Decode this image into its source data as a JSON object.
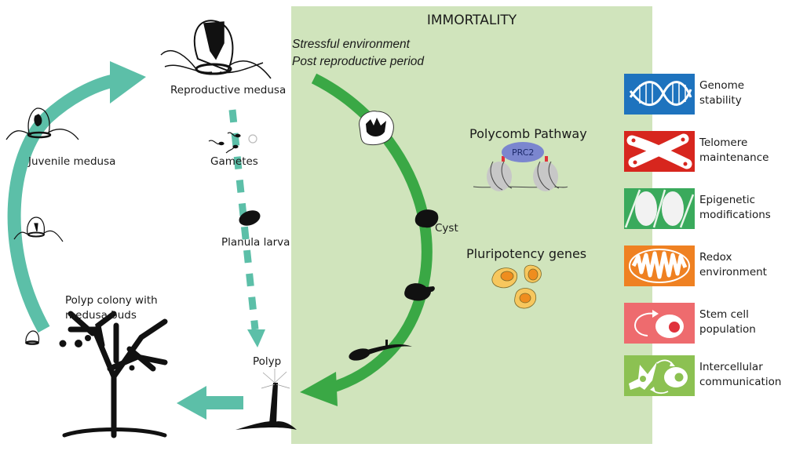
{
  "title": "IMMORTALITY",
  "trigger": {
    "line1": "Stressful environment",
    "line2": "Post reproductive period"
  },
  "life_cycle": {
    "reproductive_medusa": "Reproductive medusa",
    "juvenile_medusa": "Juvenile medusa",
    "gametes": "Gametes",
    "planula_larva": "Planula larva",
    "polyp": "Polyp",
    "polyp_colony": "Polyp colony with",
    "polyp_colony_line2": "medusa buds",
    "cyst": "Cyst"
  },
  "mechanisms": {
    "polycomb": "Polycomb Pathway",
    "prc2": "PRC2",
    "pluripotency": "Pluripotency genes"
  },
  "pillars": [
    {
      "line1": "Genome",
      "line2": "stability",
      "icon": "dna-icon",
      "color": "#1e73be"
    },
    {
      "line1": "Telomere",
      "line2": "maintenance",
      "icon": "chromosome-icon",
      "color": "#d7261e"
    },
    {
      "line1": "Epigenetic",
      "line2": "modifications",
      "icon": "nucleosome-icon",
      "color": "#3aaa5c"
    },
    {
      "line1": "Redox",
      "line2": "environment",
      "icon": "mitochondrion-icon",
      "color": "#ef8122"
    },
    {
      "line1": "Stem cell",
      "line2": "population",
      "icon": "stem-cell-icon",
      "color": "#ee6b6e"
    },
    {
      "line1": "Intercellular",
      "line2": "communication",
      "icon": "cell-communication-icon",
      "color": "#8cc152"
    }
  ],
  "colors": {
    "panel": "#d0e4bc",
    "teal_arrow": "#5cbfa8",
    "green_arrow": "#3aa845"
  }
}
